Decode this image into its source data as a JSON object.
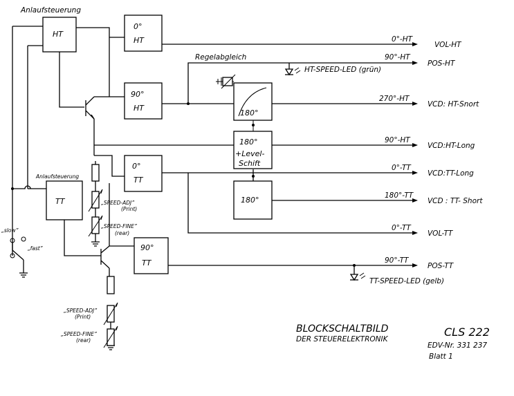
{
  "labels": {
    "anlaufsteuerung_top": "Anlaufsteuerung",
    "anlaufsteuerung_tt": "Anlaufsteuerung",
    "regelabgleich": "Regelabgleich",
    "slow": "„slow”",
    "fast": "„fast”"
  },
  "blocks": {
    "ht": "HT",
    "ht0_deg": "0°",
    "ht0_name": "HT",
    "ht90_deg": "90°",
    "ht90_name": "HT",
    "phase180_ht": "180°",
    "level_deg": "180°",
    "level_line1": "+Level-",
    "level_line2": "Schift",
    "tt": "TT",
    "tt0_deg": "0°",
    "tt0_name": "TT",
    "tt180": "180°",
    "tt90_deg": "90°",
    "tt90_name": "TT"
  },
  "outputs": [
    {
      "phase": "0°-HT",
      "dest": "VOL-HT"
    },
    {
      "phase": "90°-HT",
      "dest": "POS-HT"
    },
    {
      "phase": "270°-HT",
      "dest": "VCD: HT-Snort"
    },
    {
      "phase": "90°-HT",
      "dest": "VCD:HT-Long"
    },
    {
      "phase": "0°-TT",
      "dest": "VCD:TT-Long"
    },
    {
      "phase": "180°-TT",
      "dest": "VCD : TT- Short"
    },
    {
      "phase": "0°-TT",
      "dest": "VOL-TT"
    },
    {
      "phase": "90°-TT",
      "dest": "POS-TT"
    }
  ],
  "leds": {
    "ht": "HT-SPEED-LED (grün)",
    "tt": "TT-SPEED-LED (gelb)"
  },
  "pots": {
    "adj1": "„SPEED-ADJ”",
    "adj1_sub": "(Print)",
    "fine1": "„SPEED-FINE”",
    "fine1_sub": "(rear)",
    "adj2": "„SPEED-ADJ”",
    "adj2_sub": "(Print)",
    "fine2": "„SPEED-FINE”",
    "fine2_sub": "(rear)"
  },
  "title": {
    "line1": "BLOCKSCHALTBILD",
    "line2": "DER STEUERELEKTRONIK",
    "model": "CLS 222",
    "edv": "EDV-Nr. 331 237",
    "blatt": "Blatt 1"
  }
}
